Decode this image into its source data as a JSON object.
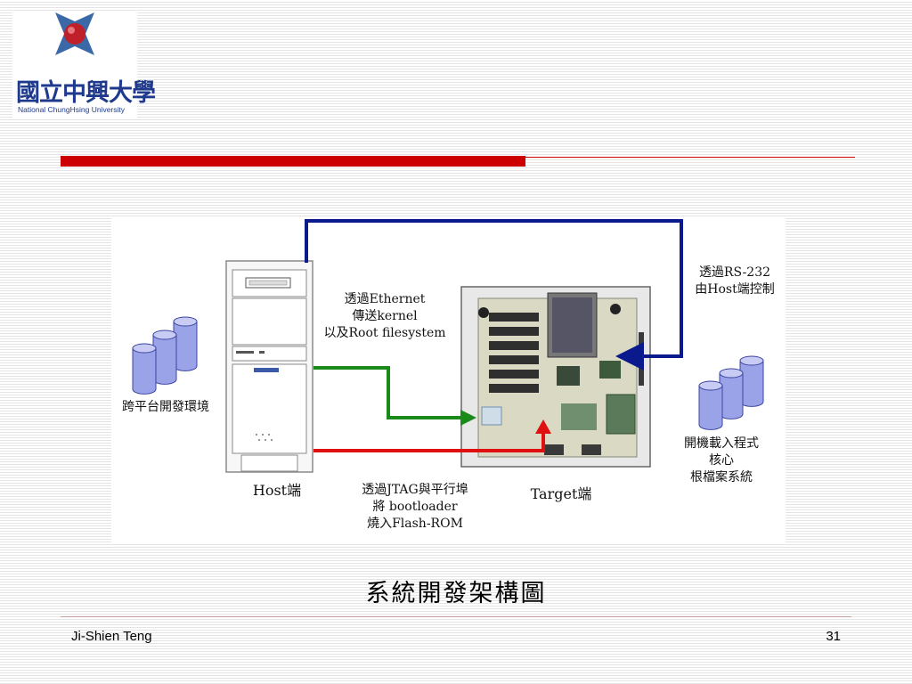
{
  "logo": {
    "name_cn": "國立中興大學",
    "name_en": "National ChungHsing University"
  },
  "diagram": {
    "label_cross_platform": "跨平台開發環境",
    "label_host": "Host端",
    "label_target": "Target端",
    "ethernet_note": [
      "透過Ethernet",
      "傳送kernel",
      "以及Root filesystem"
    ],
    "rs232_note": [
      "透過RS-232",
      "由Host端控制"
    ],
    "jtag_note": [
      "透過JTAG與平行埠",
      "將 bootloader",
      "燒入Flash-ROM"
    ],
    "target_contents": [
      "開機載入程式",
      "核心",
      "根檔案系統"
    ],
    "colors": {
      "rs232_line": "#0a1a8c",
      "ethernet_line": "#1a8a1a",
      "jtag_line": "#e01010",
      "storage": "#9aa2e8"
    }
  },
  "caption": "系統開發架構圖",
  "footer": {
    "author": "Ji-Shien Teng",
    "page": "31"
  }
}
